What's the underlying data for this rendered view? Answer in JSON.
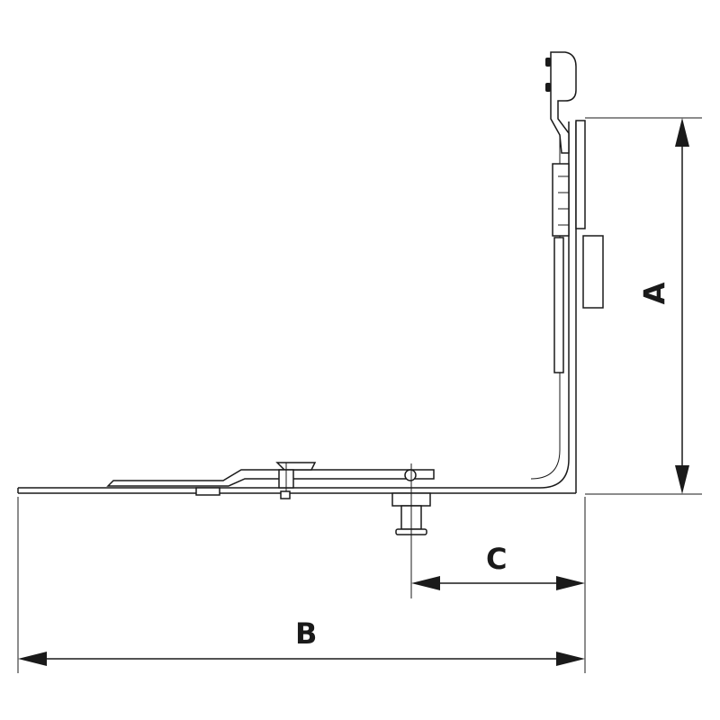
{
  "dimensions": {
    "a": "A",
    "b": "B",
    "c": "C"
  },
  "colors": {
    "line": "#1a1a1a",
    "background": "#ffffff"
  }
}
